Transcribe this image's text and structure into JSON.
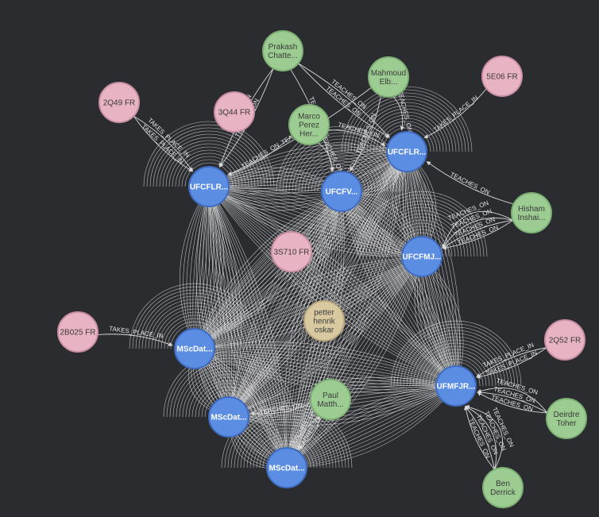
{
  "graph": {
    "colors": {
      "background": "#2b2c30",
      "course": "#5b8de3",
      "course_stroke": "#3f6cc0",
      "person": "#9ccc91",
      "person_stroke": "#7eb075",
      "room": "#e8b4c4",
      "room_stroke": "#c98fa3",
      "student": "#d8c9a1",
      "student_stroke": "#b9a97e",
      "edge": "#d8d8d8"
    },
    "nodes": [
      {
        "id": "prakash",
        "type": "person",
        "lines": [
          "Prakash",
          "Chatte..."
        ]
      },
      {
        "id": "mahmoud",
        "type": "person",
        "lines": [
          "Mahmoud",
          "Elb..."
        ]
      },
      {
        "id": "marco",
        "type": "person",
        "lines": [
          "Marco",
          "Perez",
          "Her..."
        ]
      },
      {
        "id": "hisham",
        "type": "person",
        "lines": [
          "Hisham",
          "Inshai..."
        ]
      },
      {
        "id": "paul",
        "type": "person",
        "lines": [
          "Paul",
          "Matth..."
        ]
      },
      {
        "id": "deirdre",
        "type": "person",
        "lines": [
          "Deirdre",
          "Toher"
        ]
      },
      {
        "id": "ben",
        "type": "person",
        "lines": [
          "Ben",
          "Derrick"
        ]
      },
      {
        "id": "r2q49",
        "type": "room",
        "lines": [
          "2Q49 FR"
        ]
      },
      {
        "id": "r3q44",
        "type": "room",
        "lines": [
          "3Q44 FR"
        ]
      },
      {
        "id": "r5e06",
        "type": "room",
        "lines": [
          "5E06 FR"
        ]
      },
      {
        "id": "r3s710",
        "type": "room",
        "lines": [
          "3S710 FR"
        ]
      },
      {
        "id": "r2b025",
        "type": "room",
        "lines": [
          "2B025 FR"
        ]
      },
      {
        "id": "r2q52",
        "type": "room",
        "lines": [
          "2Q52 FR"
        ]
      },
      {
        "id": "petter",
        "type": "student",
        "lines": [
          "petter",
          "henrik",
          "oskar"
        ]
      },
      {
        "id": "c_ufcflr1",
        "type": "course",
        "lines": [
          "UFCFLR..."
        ]
      },
      {
        "id": "c_ufcfv",
        "type": "course",
        "lines": [
          "UFCFV..."
        ]
      },
      {
        "id": "c_ufcflr2",
        "type": "course",
        "lines": [
          "UFCFLR..."
        ]
      },
      {
        "id": "c_ufcfmj",
        "type": "course",
        "lines": [
          "UFCFMJ..."
        ]
      },
      {
        "id": "c_ufmfjr",
        "type": "course",
        "lines": [
          "UFMFJR..."
        ]
      },
      {
        "id": "c_mscdat1",
        "type": "course",
        "lines": [
          "MScDat..."
        ]
      },
      {
        "id": "c_mscdat2",
        "type": "course",
        "lines": [
          "MScDat..."
        ]
      },
      {
        "id": "c_mscdat3",
        "type": "course",
        "lines": [
          "MScDat..."
        ]
      }
    ],
    "edges": [
      {
        "from": "r2q49",
        "to": "c_ufcflr1",
        "label": "TAKES_PLACE_IN"
      },
      {
        "from": "r2q49",
        "to": "c_ufcflr1",
        "label": "TAKES_PLACE_IN"
      },
      {
        "from": "r5e06",
        "to": "c_ufcflr2",
        "label": "TAKES_PLACE_IN"
      },
      {
        "from": "r2b025",
        "to": "c_mscdat1",
        "label": "TAKES_PLACE_IN"
      },
      {
        "from": "r2q52",
        "to": "c_ufmfjr",
        "label": "TAKES_PLACE_IN"
      },
      {
        "from": "r2q52",
        "to": "c_ufmfjr",
        "label": "TAKES_PLACE_IN"
      },
      {
        "from": "prakash",
        "to": "c_ufcflr1",
        "label": "TEACHES_ON"
      },
      {
        "from": "prakash",
        "to": "c_ufcflr1",
        "label": "TEACHES_ON"
      },
      {
        "from": "prakash",
        "to": "c_ufcfv",
        "label": "TEACHES_ON"
      },
      {
        "from": "prakash",
        "to": "c_ufcflr2",
        "label": "TEACHES_ON"
      },
      {
        "from": "prakash",
        "to": "c_ufcflr2",
        "label": "TEACHES_ON"
      },
      {
        "from": "mahmoud",
        "to": "c_ufcflr2",
        "label": "TEACHES_ON"
      },
      {
        "from": "mahmoud",
        "to": "c_ufcfv",
        "label": "TEACHES_ON"
      },
      {
        "from": "mahmoud",
        "to": "c_ufcflr1",
        "label": "TEACHES_ON"
      },
      {
        "from": "marco",
        "to": "c_ufcflr1",
        "label": "TEACHES_ON"
      },
      {
        "from": "marco",
        "to": "c_ufcfv",
        "label": "TEACHES_ON"
      },
      {
        "from": "marco",
        "to": "c_ufcflr2",
        "label": "TEACHES_ON"
      },
      {
        "from": "hisham",
        "to": "c_ufcflr2",
        "label": "TEACHES_ON"
      },
      {
        "from": "hisham",
        "to": "c_ufcfmj",
        "label": "TEACHES_ON"
      },
      {
        "from": "hisham",
        "to": "c_ufcfmj",
        "label": "TEACHES_ON"
      },
      {
        "from": "hisham",
        "to": "c_ufcfmj",
        "label": "TEACHES_ON"
      },
      {
        "from": "hisham",
        "to": "c_ufcfmj",
        "label": "TEACHES_ON"
      },
      {
        "from": "deirdre",
        "to": "c_ufmfjr",
        "label": "TEACHES_ON"
      },
      {
        "from": "deirdre",
        "to": "c_ufmfjr",
        "label": "TEACHES_ON"
      },
      {
        "from": "deirdre",
        "to": "c_ufmfjr",
        "label": "TEACHES_ON"
      },
      {
        "from": "ben",
        "to": "c_ufmfjr",
        "label": "TEACHES_ON"
      },
      {
        "from": "ben",
        "to": "c_ufmfjr",
        "label": "TEACHES_ON"
      },
      {
        "from": "ben",
        "to": "c_ufmfjr",
        "label": "TEACHES_ON"
      },
      {
        "from": "ben",
        "to": "c_ufmfjr",
        "label": "TEACHES_ON"
      },
      {
        "from": "paul",
        "to": "c_mscdat2",
        "label": "TEACHES_ON"
      },
      {
        "from": "paul",
        "to": "c_mscdat3",
        "label": "TEACHES_ON"
      },
      {
        "from": "paul",
        "to": "c_mscdat3",
        "label": "TEACHES_ON"
      }
    ]
  }
}
